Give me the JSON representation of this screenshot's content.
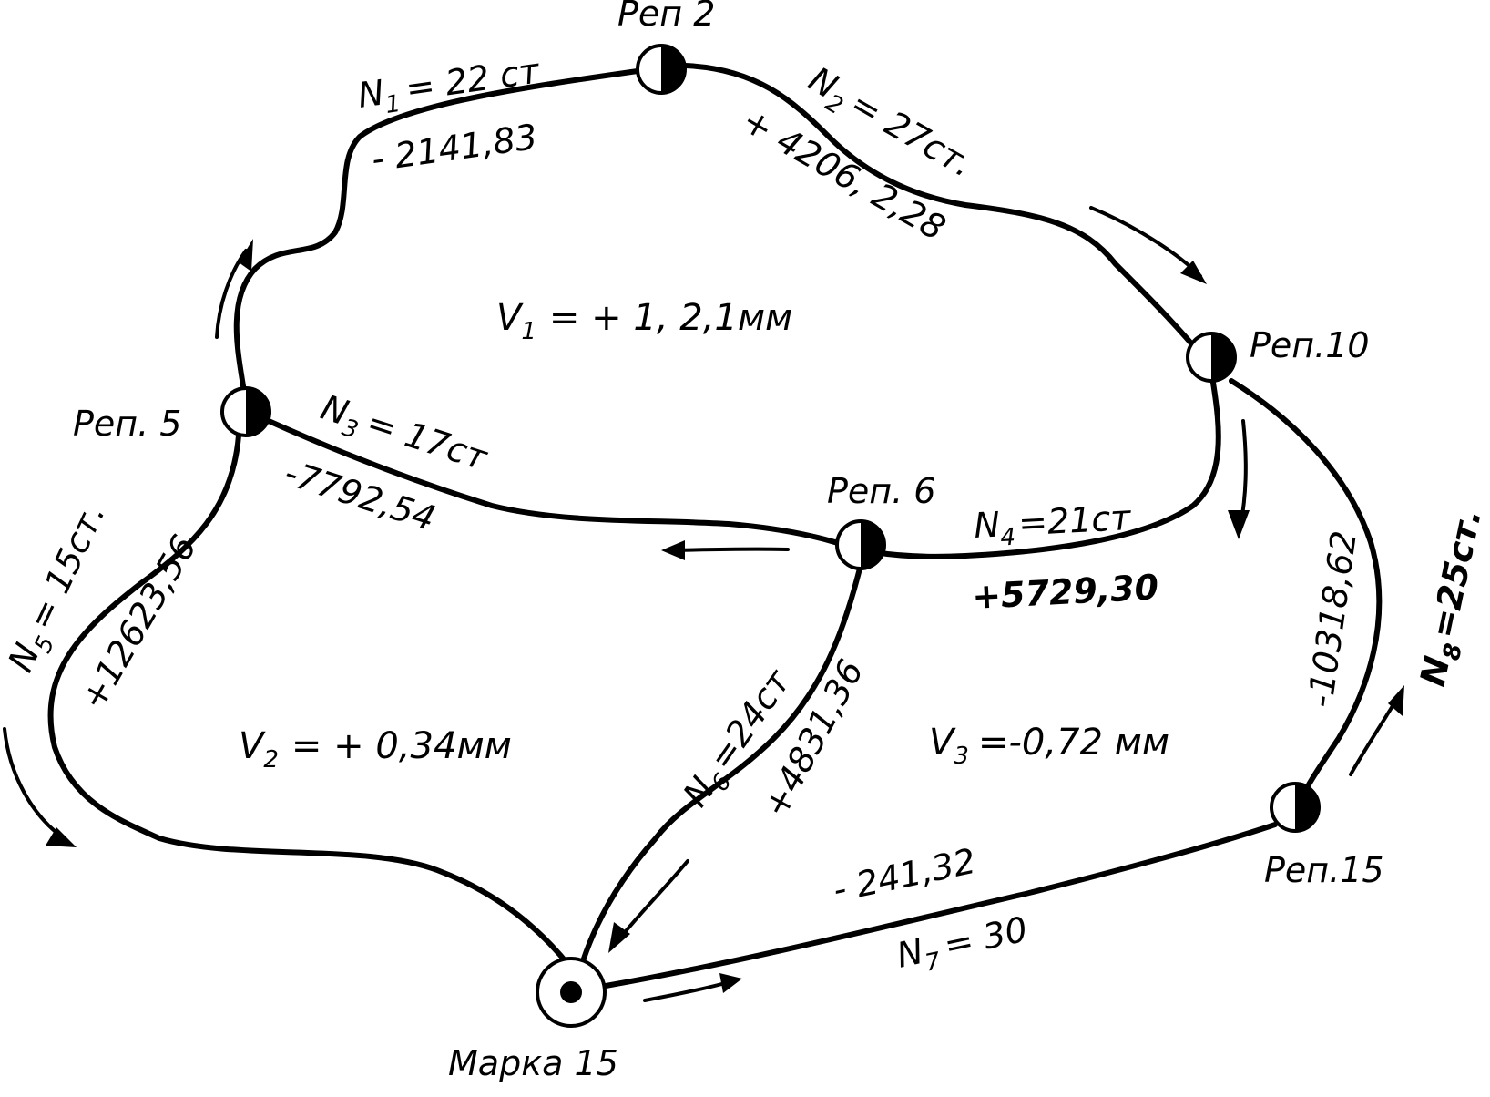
{
  "benchmarks": {
    "rep2": "Реп 2",
    "rep10": "Реп.10",
    "rep5": "Реп. 5",
    "rep6": "Реп. 6",
    "rep15": "Реп.15",
    "marka15": "Марка 15"
  },
  "edges": {
    "n1": {
      "name": "N",
      "sub": "1",
      "count": "= 22 ст",
      "diff": "- 2141,83"
    },
    "n2": {
      "name": "N",
      "sub": "2",
      "count": "= 27ст.",
      "diff": "+ 4206, 2,28"
    },
    "n3": {
      "name": "N",
      "sub": "3",
      "count": "= 17ст",
      "diff": "-7792,54"
    },
    "n4": {
      "name": "N",
      "sub": "4",
      "count": "=21ст",
      "diff": "+5729,30"
    },
    "n5": {
      "name": "N",
      "sub": "5",
      "count": "= 15ст.",
      "diff": "+12623,56"
    },
    "n6": {
      "name": "N",
      "sub": "6",
      "count": "=24ст",
      "diff": "+4831,36"
    },
    "n7": {
      "name": "N",
      "sub": "7",
      "count": "= 30",
      "diff": "- 241,32"
    },
    "n8": {
      "name": "N",
      "sub": "8",
      "count": "=25ст.",
      "diff": "-10318,62"
    }
  },
  "loops": {
    "v1": {
      "name": "V",
      "sub": "1",
      "value": "= + 1, 2,1мм"
    },
    "v2": {
      "name": "V",
      "sub": "2",
      "value": "= + 0,34мм"
    },
    "v3": {
      "name": "V",
      "sub": "3",
      "value": "=-0,72 мм"
    }
  }
}
